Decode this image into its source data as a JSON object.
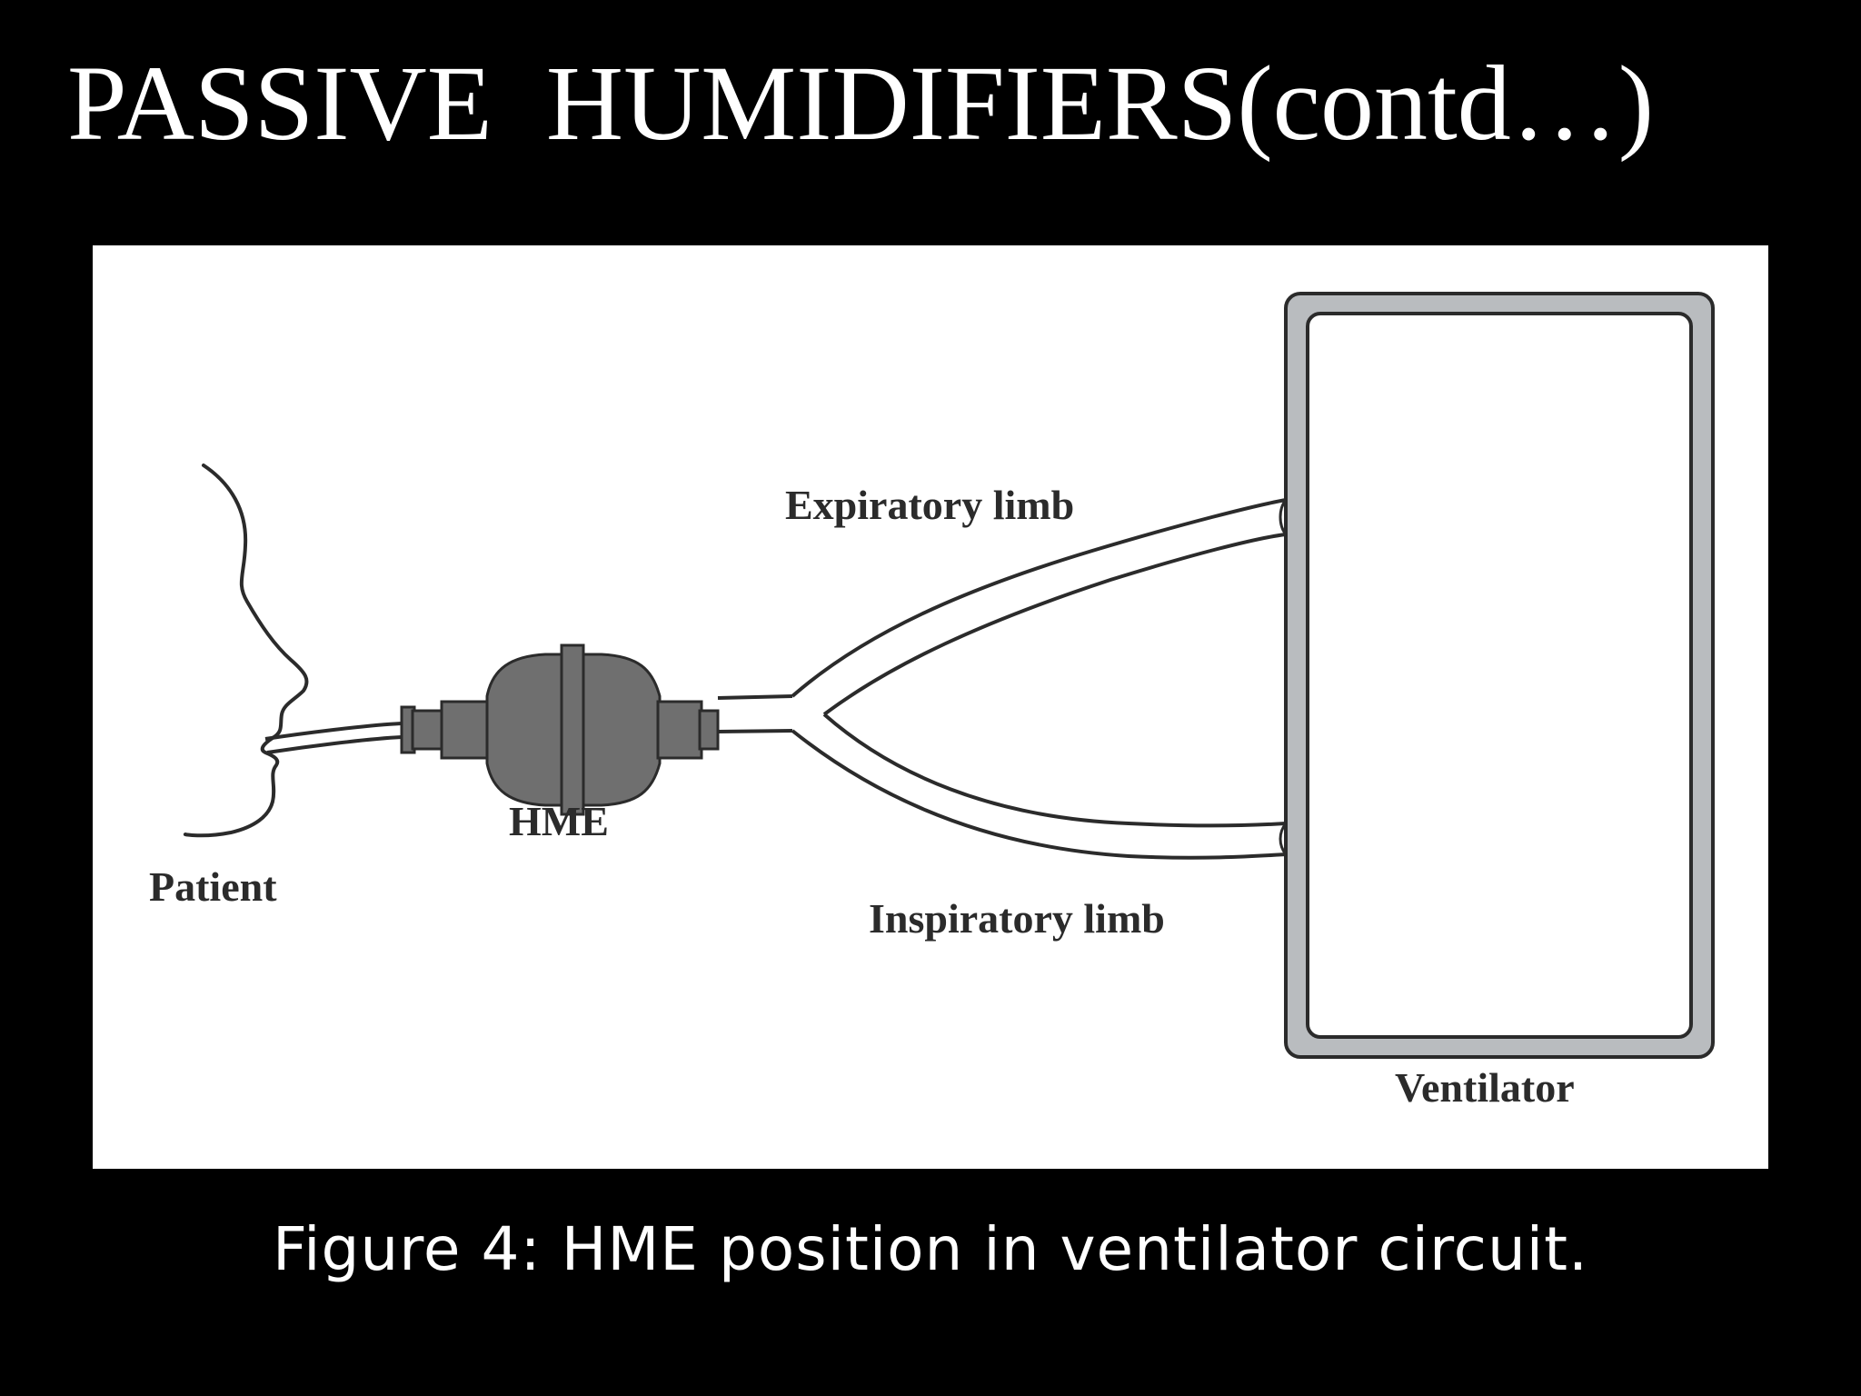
{
  "slide": {
    "title": "PASSIVE  HUMIDIFIERS(contd…)",
    "caption": "Figure 4: HME position in ventilator circuit."
  },
  "diagram": {
    "labels": {
      "patient": "Patient",
      "hme": "HME",
      "expiratory_limb": "Expiratory limb",
      "inspiratory_limb": "Inspiratory limb",
      "ventilator": "Ventilator"
    },
    "colors": {
      "background": "#000000",
      "panel": "#ffffff",
      "line": "#2b2b2b",
      "hme_fill": "#6f6f6f",
      "ventilator_frame": "#b9bcbf"
    }
  }
}
